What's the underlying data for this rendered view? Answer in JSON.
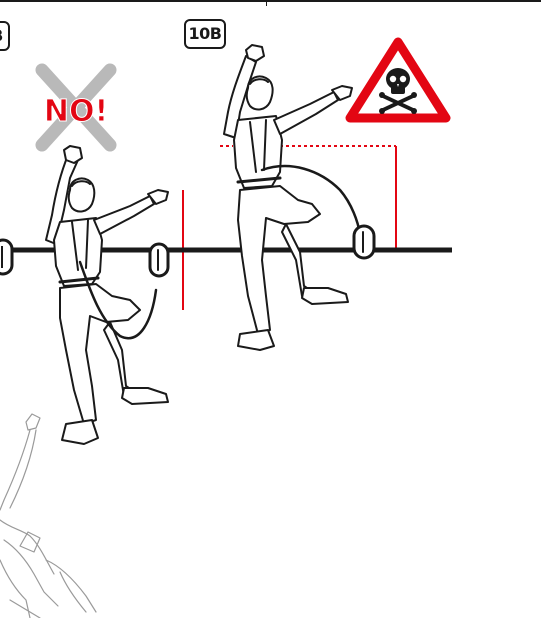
{
  "labels": {
    "left_step": "B",
    "right_step": "10B",
    "forbidden": "NO!"
  },
  "icons": {
    "forbidden": "crossed-out-x-icon",
    "danger": "skull-crossbones-warning-icon"
  },
  "colors": {
    "ink": "#1a1a1a",
    "danger_red": "#e30613",
    "cross_gray": "#b9b9b9"
  }
}
